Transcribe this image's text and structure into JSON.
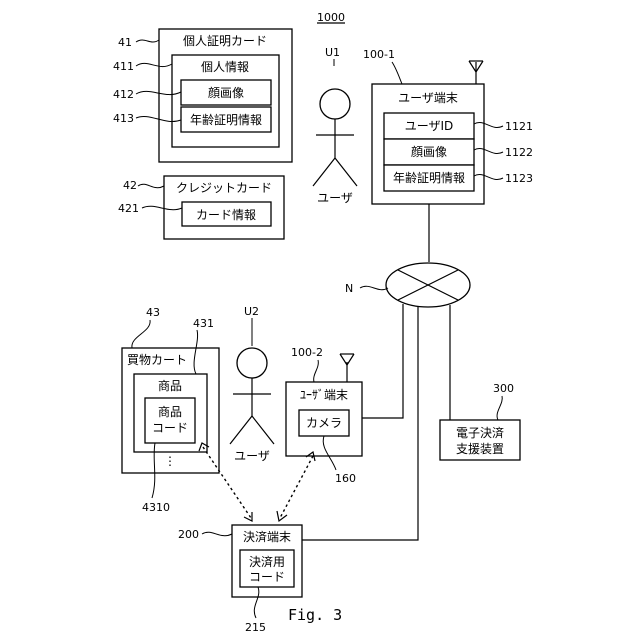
{
  "figure": {
    "number": "1000",
    "caption": "Fig. 3"
  },
  "id_card": {
    "ref": "41",
    "title": "個人証明カード",
    "info": {
      "ref": "411",
      "title": "個人情報",
      "face_ref": "412",
      "face_label": "顔画像",
      "age_ref": "413",
      "age_label": "年齢証明情報"
    }
  },
  "credit_card": {
    "ref": "42",
    "title": "クレジットカード",
    "info_ref": "421",
    "info_label": "カード情報"
  },
  "user1": {
    "ref": "U1",
    "label": "ユーザ"
  },
  "terminal1": {
    "ref": "100-1",
    "title": "ユーザ端末",
    "fields": [
      {
        "ref": "1121",
        "label": "ユーザID"
      },
      {
        "ref": "1122",
        "label": "顔画像"
      },
      {
        "ref": "1123",
        "label": "年齢証明情報"
      }
    ]
  },
  "network": {
    "ref": "N"
  },
  "cart": {
    "ref": "43",
    "title": "買物カート",
    "product_ref": "431",
    "product_label": "商品",
    "code_line1": "商品",
    "code_line2": "コード",
    "ellipsis": "⋮",
    "code_ref": "4310"
  },
  "user2": {
    "ref": "U2",
    "label": "ユーザ"
  },
  "terminal2": {
    "ref": "100-2",
    "title": "ﾕｰｻﾞ端末",
    "camera_label": "カメラ",
    "camera_ref": "160"
  },
  "payment_support": {
    "ref": "300",
    "line1": "電子決済",
    "line2": "支援装置"
  },
  "payment_terminal": {
    "ref": "200",
    "title": "決済端末",
    "code_line1": "決済用",
    "code_line2": "コード",
    "code_ref": "215"
  }
}
